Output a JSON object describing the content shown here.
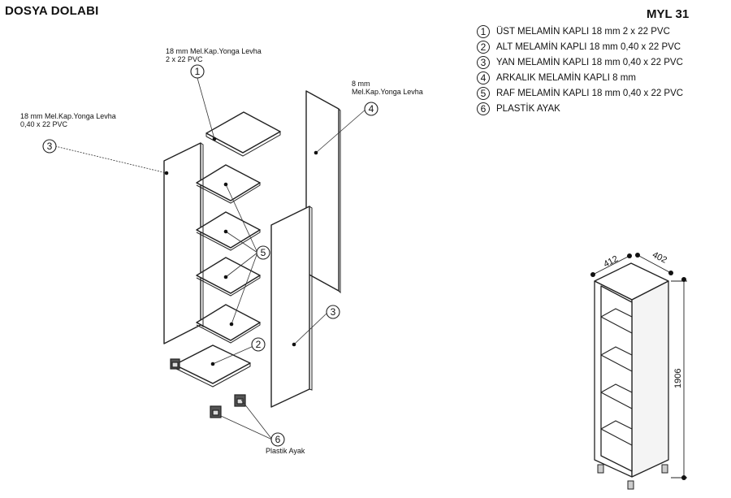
{
  "header": {
    "title": "DOSYA DOLABI",
    "model_code": "MYL 31"
  },
  "legend": [
    {
      "num": "1",
      "text": "ÜST MELAMİN KAPLI 18 mm 2 x 22 PVC"
    },
    {
      "num": "2",
      "text": "ALT MELAMİN KAPLI 18 mm  0,40 x 22 PVC"
    },
    {
      "num": "3",
      "text": "YAN MELAMİN KAPLI 18 mm  0,40 x 22 PVC"
    },
    {
      "num": "4",
      "text": "ARKALIK MELAMİN KAPLI 8 mm"
    },
    {
      "num": "5",
      "text": "RAF MELAMİN KAPLI 18 mm  0,40 x 22 PVC"
    },
    {
      "num": "6",
      "text": "PLASTİK AYAK"
    }
  ],
  "notes": {
    "top_line1": "18 mm Mel.Kap.Yonga Levha",
    "top_line2": "2 x 22 PVC",
    "side_line1": "18 mm Mel.Kap.Yonga Levha",
    "side_line2": "0,40 x 22 PVC",
    "back_line1": "8 mm",
    "back_line2": "Mel.Kap.Yonga Levha",
    "feet_label": "Plastik Ayak"
  },
  "callouts": {
    "c1": "1",
    "c2": "2",
    "c3a": "3",
    "c3b": "3",
    "c4": "4",
    "c5": "5",
    "c6": "6"
  },
  "dimensions": {
    "width": "412",
    "depth": "402",
    "height": "1906"
  }
}
